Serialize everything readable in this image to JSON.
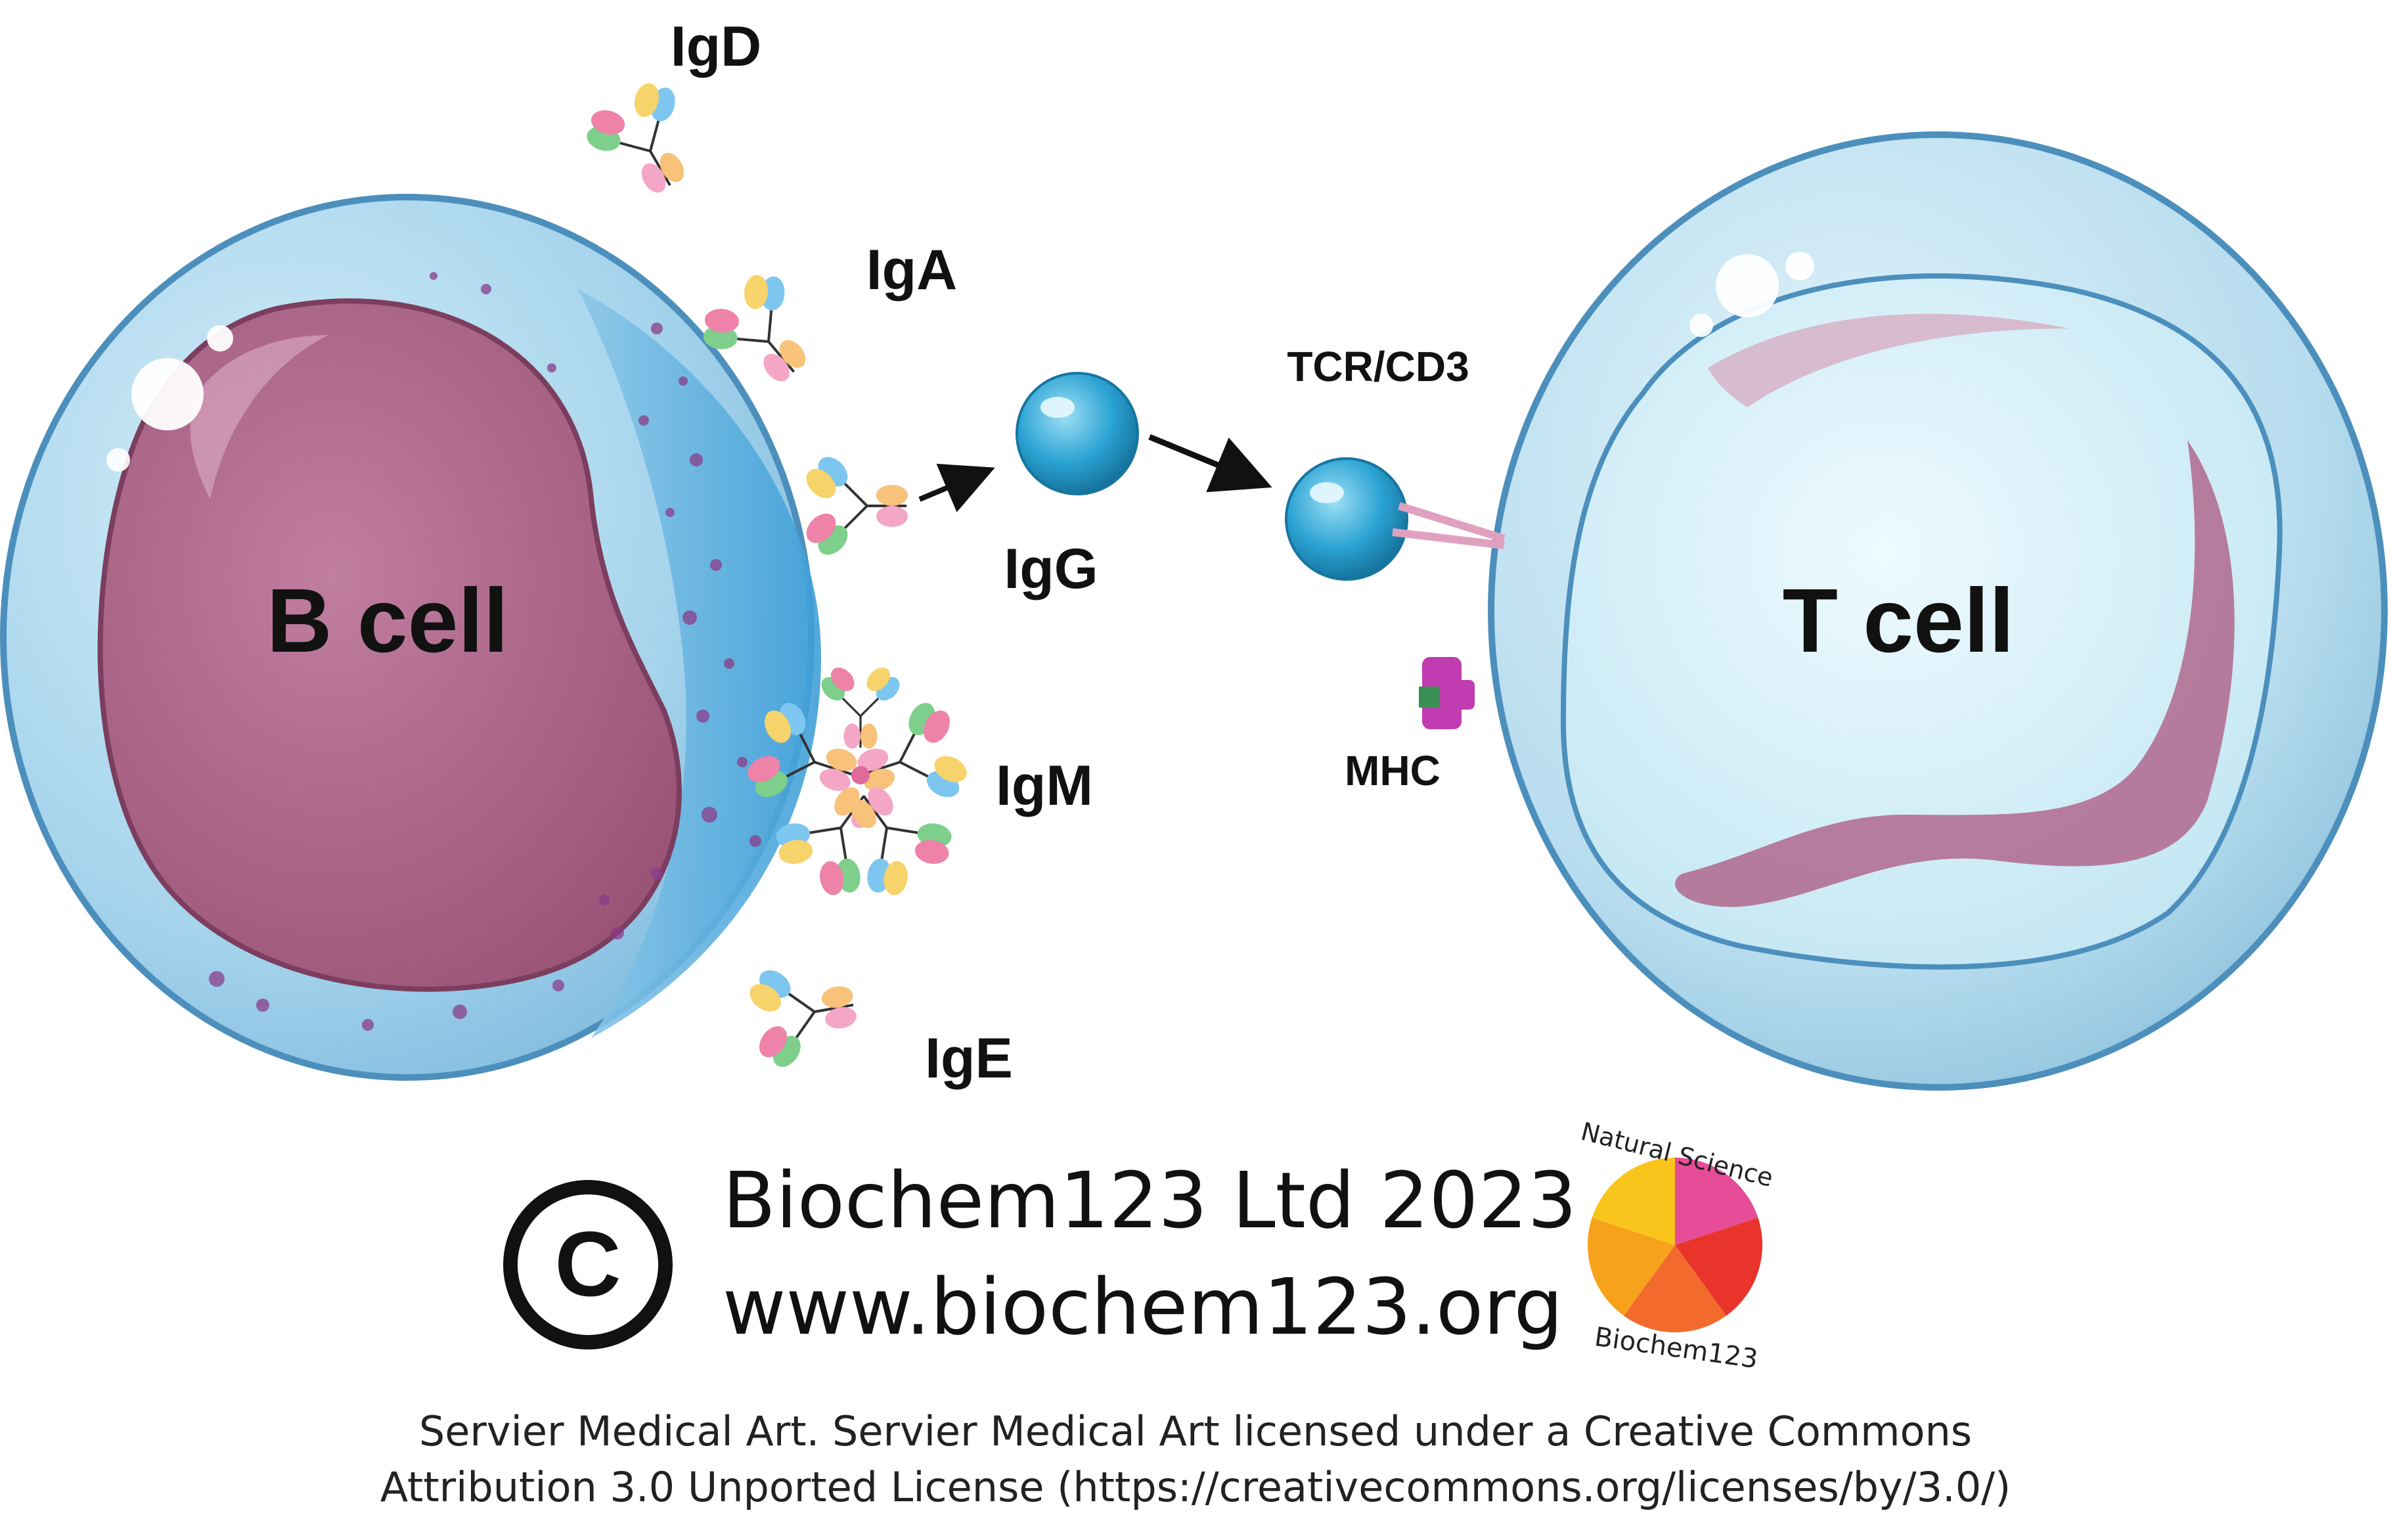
{
  "cells": {
    "b_cell": "B cell",
    "t_cell": "T cell"
  },
  "antibodies": {
    "igd": "IgD",
    "iga": "IgA",
    "igg": "IgG",
    "igm": "IgM",
    "ige": "IgE"
  },
  "receptors": {
    "tcr": "TCR/CD3",
    "mhc": "MHC"
  },
  "copyright": {
    "symbol": "©",
    "company": "Biochem123 Ltd 2023",
    "website": "www.biochem123.org"
  },
  "logo": {
    "top_text": "Natural Science",
    "bottom_text": "Biochem123"
  },
  "attribution": {
    "line1": "Servier Medical Art. Servier Medical Art licensed under a Creative Commons",
    "line2": "Attribution 3.0 Unported License (https://creativecommons.org/licenses/by/3.0/)"
  },
  "colors": {
    "cell_blue": "#aed8ee",
    "cytoplasm_blue": "#5fb2e3",
    "nucleus_pink": "#b0678d",
    "t_nucleus": "#d4f0f8",
    "antigen": "#2ba3d4",
    "mhc_magenta": "#c03cb0"
  }
}
